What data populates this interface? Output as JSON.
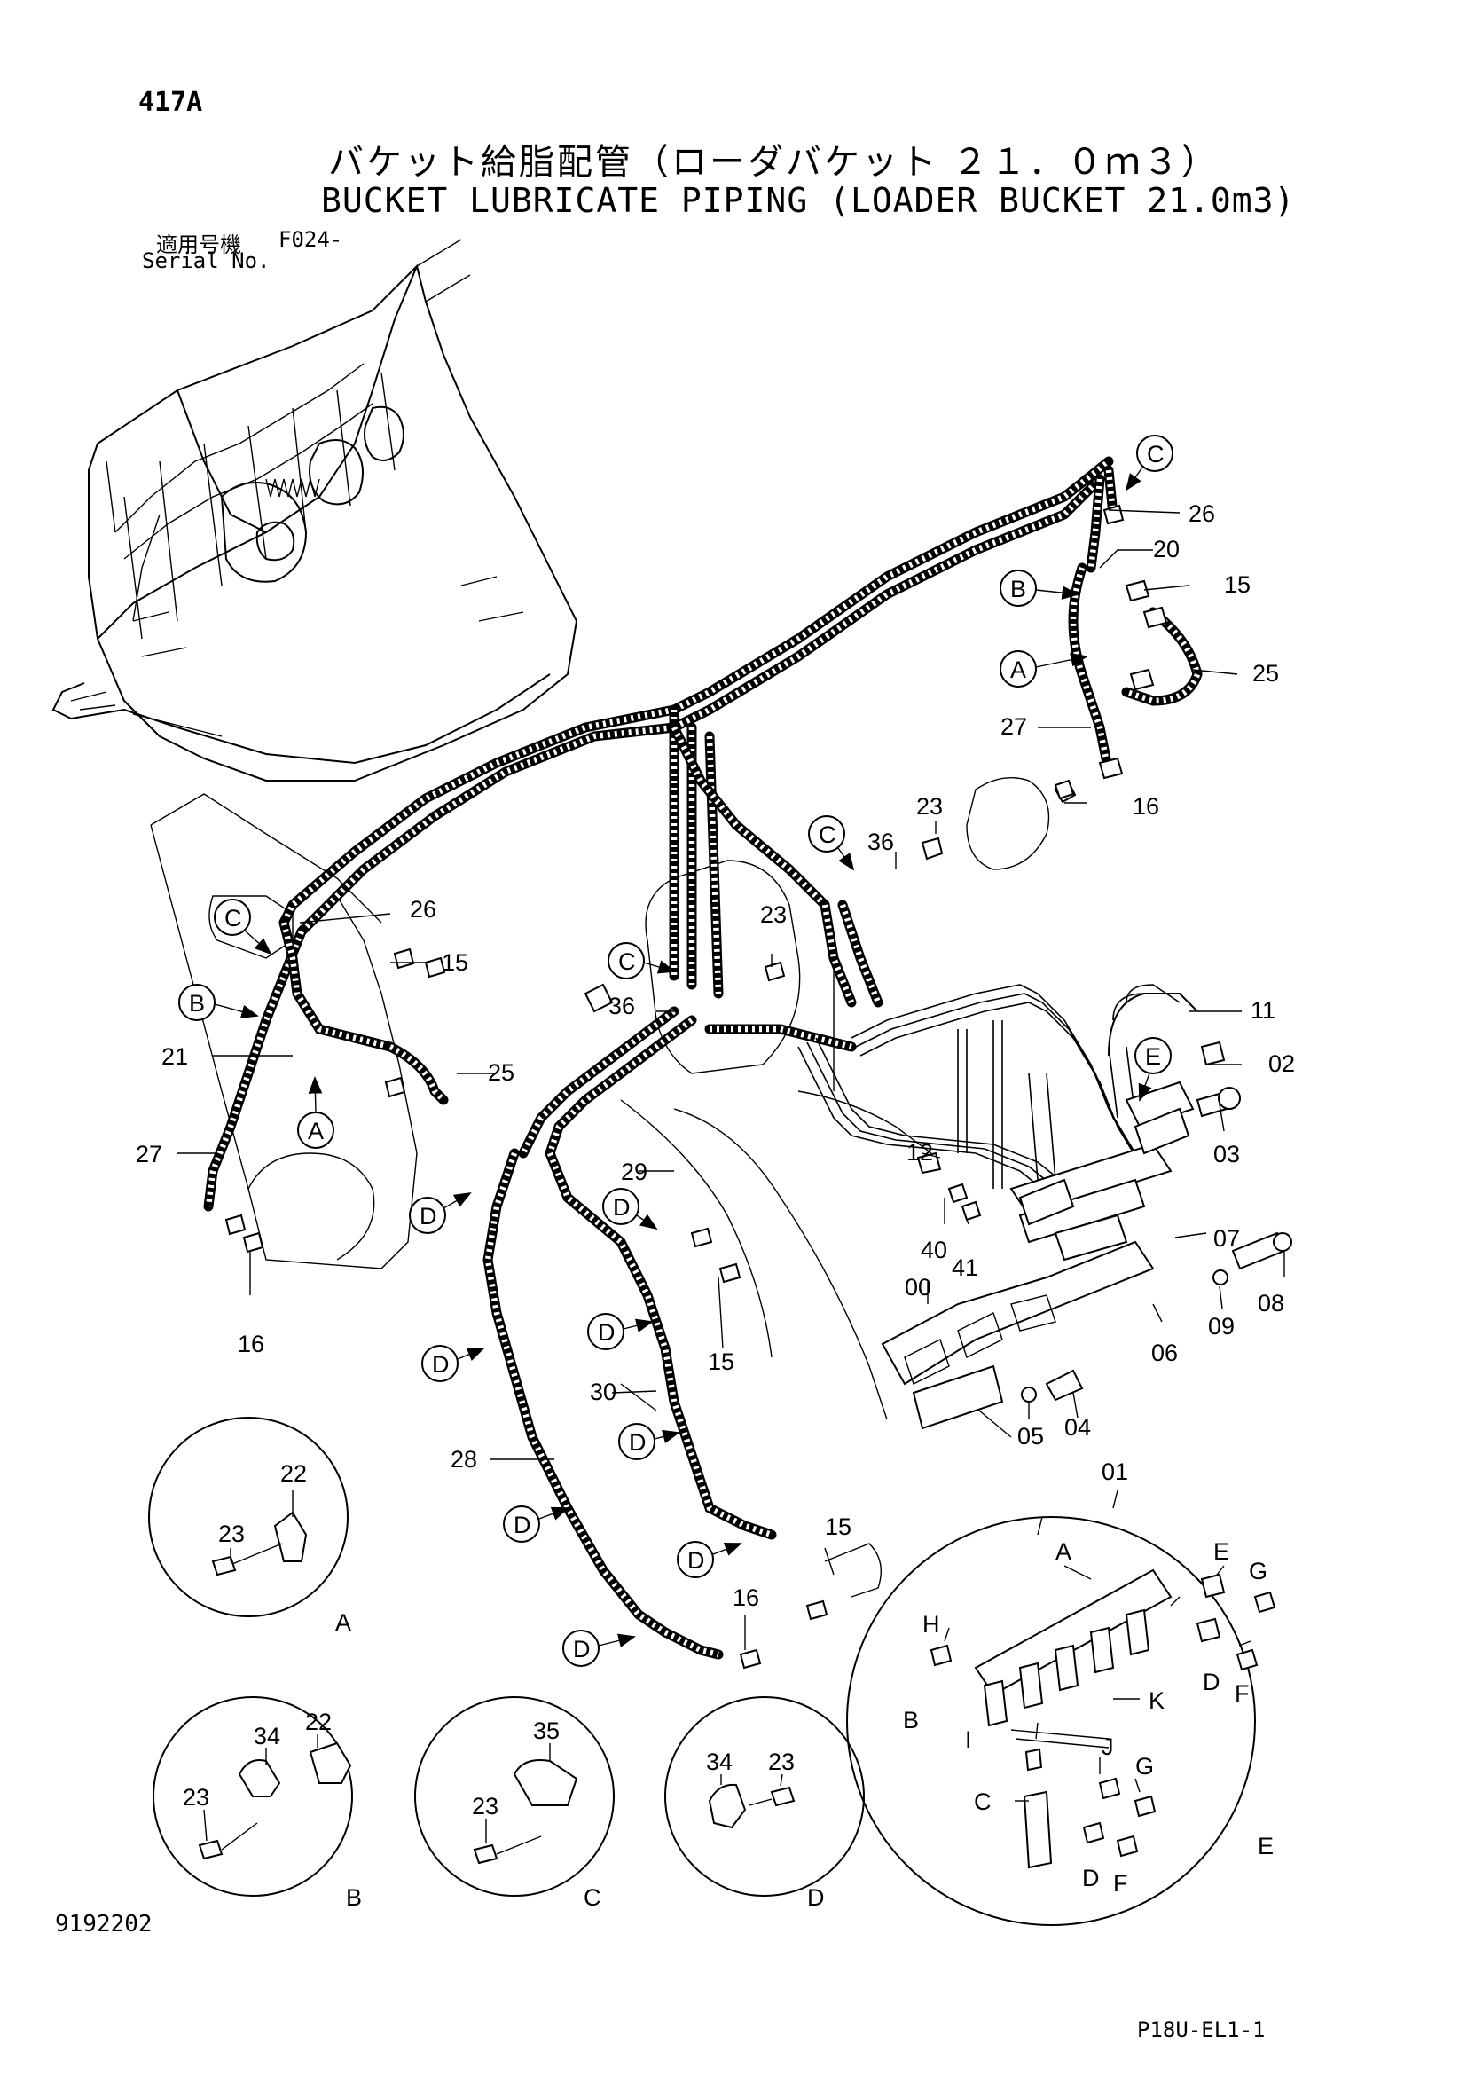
{
  "header": {
    "page_no": "417A",
    "title_jp": "バケット給脂配管（ローダバケット ２１．０ｍ３）",
    "title_en": "BUCKET LUBRICATE PIPING (LOADER BUCKET 21.0m3)",
    "serial_label_jp": "適用号機",
    "serial_value": "F024-",
    "serial_label_en": "Serial No."
  },
  "footer": {
    "doc_no": "9192202",
    "sheet_ref": "P18U-EL1-1"
  },
  "labels": {
    "26a": "26",
    "20": "20",
    "15a": "15",
    "25a": "25",
    "27a": "27",
    "16a": "16",
    "23a": "23",
    "36a": "36",
    "26b": "26",
    "15b": "15",
    "21": "21",
    "25b": "25",
    "27b": "27",
    "16b": "16",
    "23b": "23",
    "36b": "36",
    "11": "11",
    "02": "02",
    "03": "03",
    "12": "12",
    "29": "29",
    "40": "40",
    "41": "41",
    "07": "07",
    "00": "00",
    "08": "08",
    "09": "09",
    "06": "06",
    "15c": "15",
    "30": "30",
    "05": "05",
    "04": "04",
    "28": "28",
    "01": "01",
    "15d": "15",
    "16c": "16",
    "dA_22": "22",
    "dA_23": "23",
    "dB_34": "34",
    "dB_22": "22",
    "dB_23": "23",
    "dC_35": "35",
    "dC_23": "23",
    "dD_34": "34",
    "dD_23": "23",
    "e_A": "A",
    "e_E": "E",
    "e_G1": "G",
    "e_H": "H",
    "e_B": "B",
    "e_D1": "D",
    "e_F1": "F",
    "e_K": "K",
    "e_I": "I",
    "e_J": "J",
    "e_G2": "G",
    "e_C": "C",
    "e_D2": "D",
    "e_F2": "F"
  },
  "detail_letters": {
    "A": "A",
    "B": "B",
    "C": "C",
    "D": "D",
    "E": "E"
  }
}
